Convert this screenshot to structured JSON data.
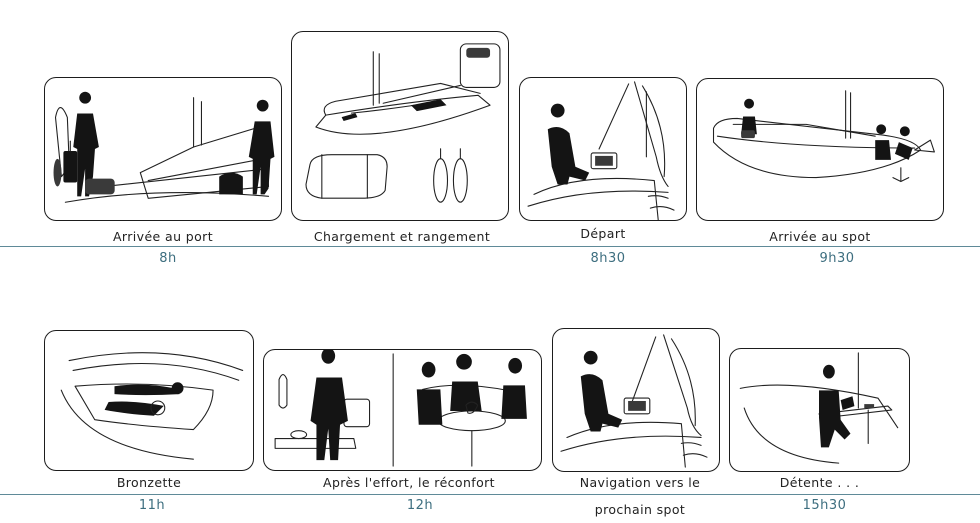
{
  "row1": [
    {
      "caption": "Arrivée au port",
      "time": "8h",
      "scene": "port-arrival"
    },
    {
      "caption": "Chargement et rangement",
      "time": "",
      "scene": "loading"
    },
    {
      "caption": "Départ",
      "time": "8h30",
      "scene": "departure"
    },
    {
      "caption": "Arrivée au spot",
      "time": "9h30",
      "scene": "spot-arrival"
    }
  ],
  "row2": [
    {
      "caption": "Bronzette",
      "time": "11h",
      "scene": "sunbathing"
    },
    {
      "caption": "Après l'effort, le réconfort",
      "time": "12h",
      "scene": "lunch"
    },
    {
      "caption": "Navigation vers le prochain spot",
      "time": "",
      "scene": "navigation"
    },
    {
      "caption": "Détente . . .",
      "time": "15h30",
      "scene": "relaxation"
    }
  ],
  "colors": {
    "timeline": "#5f8a98",
    "time_text": "#3d6e7f",
    "ink": "#1d1d1d"
  }
}
